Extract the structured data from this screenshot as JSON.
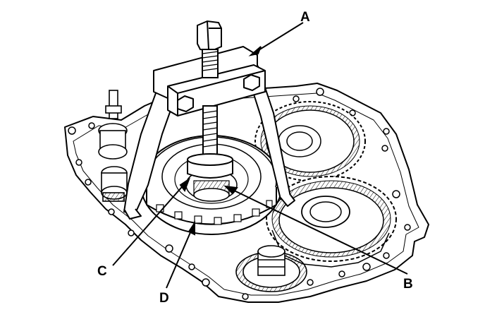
{
  "labels": {
    "A": "A",
    "B": "B",
    "C": "C",
    "D": "D"
  },
  "colors": {
    "ink": "#000000",
    "paper": "#ffffff"
  }
}
